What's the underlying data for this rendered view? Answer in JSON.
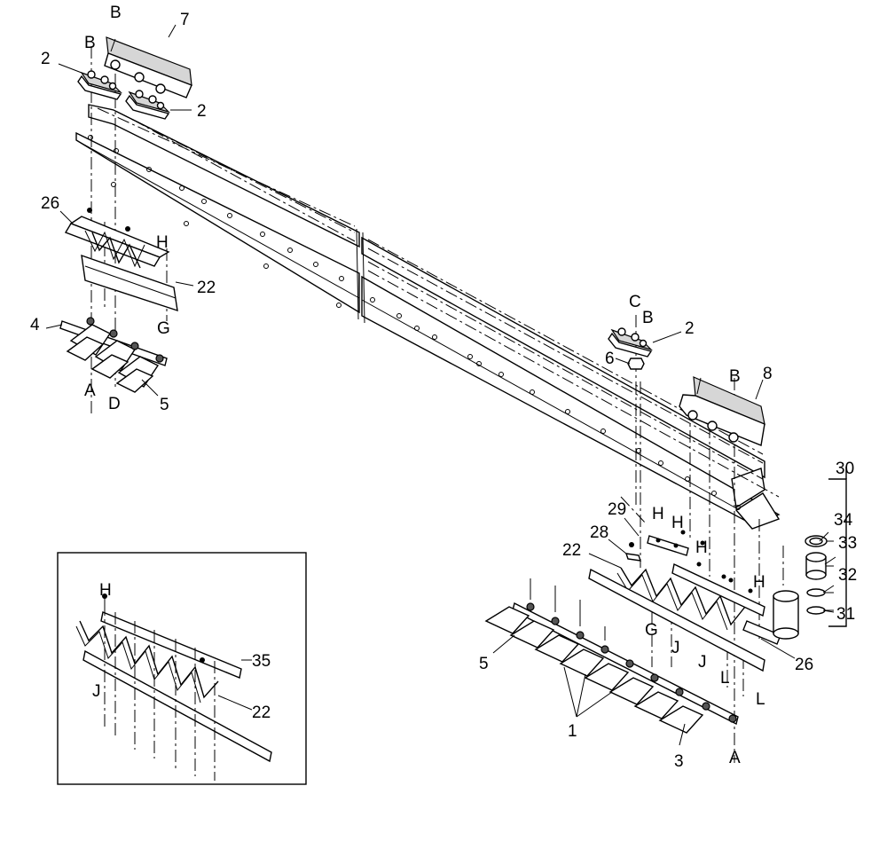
{
  "callouts": {
    "c1": "1",
    "c2a": "2",
    "c2b": "2",
    "c2c": "2",
    "c3": "3",
    "c4": "4",
    "c5a": "5",
    "c5b": "5",
    "c6": "6",
    "c7": "7",
    "c8": "8",
    "c22a": "22",
    "c22b": "22",
    "c22c": "22",
    "c26a": "26",
    "c26b": "26",
    "c28": "28",
    "c29": "29",
    "c30": "30",
    "c31": "31",
    "c32": "32",
    "c33": "33",
    "c34": "34",
    "c35": "35"
  },
  "refs": {
    "B1": "B",
    "B2": "B",
    "B3": "B",
    "B4": "B",
    "H1": "H",
    "H2": "H",
    "H3": "H",
    "H4": "H",
    "H5": "H",
    "H6": "H",
    "G1": "G",
    "G2": "G",
    "A1": "A",
    "A2": "A",
    "D1": "D",
    "C1": "C",
    "J1": "J",
    "J2": "J",
    "J3": "J",
    "L1": "L",
    "L2": "L"
  }
}
